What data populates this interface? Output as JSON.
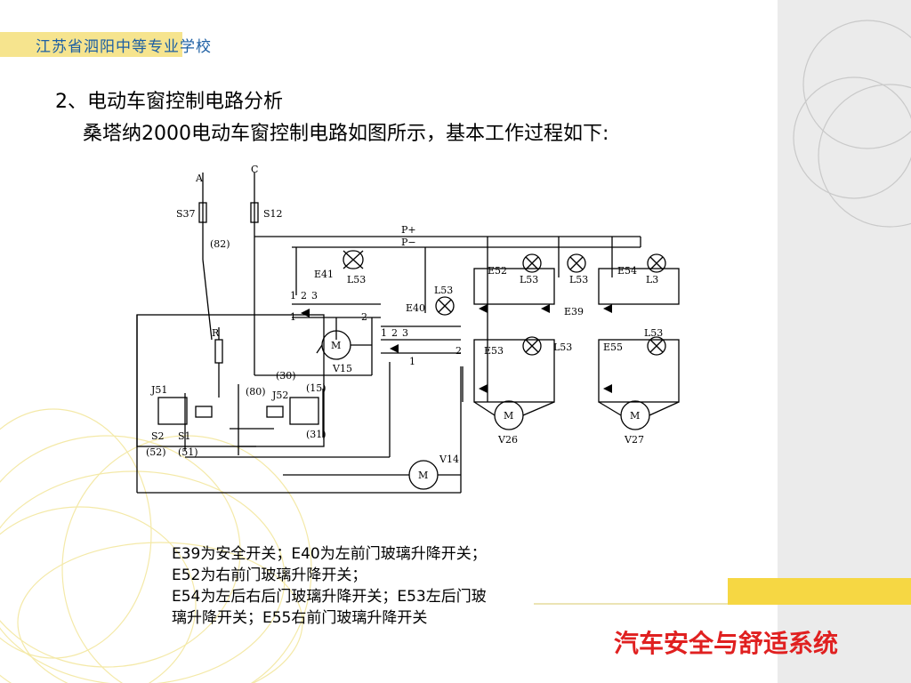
{
  "header": {
    "school": "江苏省泗阳中等专业学校"
  },
  "slide": {
    "heading": "2、电动车窗控制电路分析",
    "subheading": "桑塔纳2000电动车窗控制电路如图所示，基本工作过程如下:"
  },
  "diagram": {
    "labels": {
      "A": "A",
      "C": "C",
      "S37": "S37",
      "S12": "S12",
      "n82": "(82)",
      "Pplus": "P+",
      "Pminus": "P−",
      "E41": "E41",
      "L53a": "L53",
      "L53b": "L53",
      "L53c": "L53",
      "L53d": "L53",
      "L53e": "L53",
      "L53f": "L53",
      "E40": "E40",
      "E52": "E52",
      "E54": "E54",
      "L3": "L3",
      "E39": "E39",
      "E53": "E53",
      "E55": "E55",
      "R": "R",
      "n30": "(30)",
      "n80": "(80)",
      "n15": "(15)",
      "n31": "(31)",
      "J51": "J51",
      "J52": "J52",
      "S2": "S2",
      "S1": "S1",
      "n52": "(52)",
      "n51": "(51)",
      "V15": "V15",
      "V14": "V14",
      "V26": "V26",
      "V27": "V27",
      "M": "M",
      "d1": "1",
      "d2": "2",
      "d3": "3"
    }
  },
  "captions": [
    "E39为安全开关；E40为左前门玻璃升降开关；",
    "E52为右前门玻璃升降开关；",
    "E54为左后右后门玻璃升降开关；E53左后门玻",
    "璃升降开关；E55右前门玻璃升降开关"
  ],
  "footer": {
    "brand": "汽车安全与舒适系统"
  },
  "colors": {
    "brand_red": "#e02020",
    "school_blue": "#1d5fa3",
    "band_gray": "#ebebeb",
    "accent_yellow": "#f6d743",
    "pale_yellow": "#f6e48e"
  }
}
